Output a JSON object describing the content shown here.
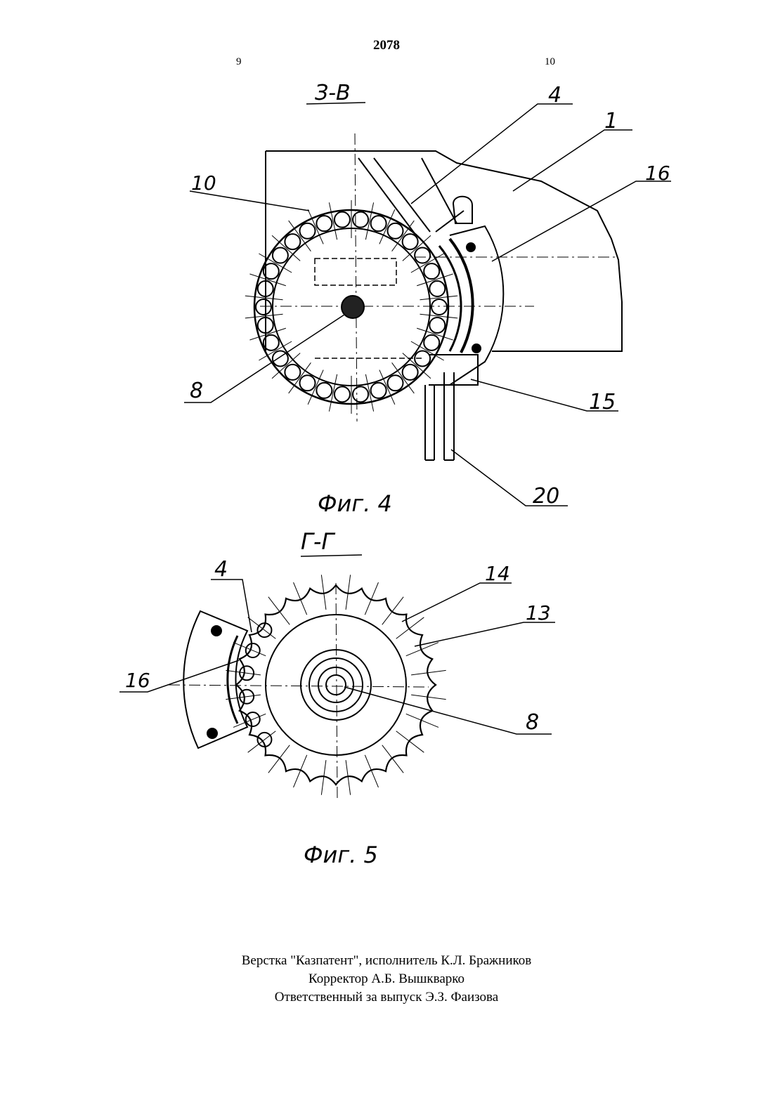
{
  "header": {
    "page_number": "2078",
    "column_left": "9",
    "column_right": "10"
  },
  "figure4": {
    "section_label": "З-В",
    "caption": "Фиг. 4",
    "callouts": {
      "c10": "10",
      "c4": "4",
      "c1": "1",
      "c16": "16",
      "c8": "8",
      "c15": "15",
      "c20": "20"
    }
  },
  "figure5": {
    "section_label": "Г-Г",
    "caption": "Фиг. 5",
    "callouts": {
      "c4": "4",
      "c14": "14",
      "c13": "13",
      "c16": "16",
      "c8": "8"
    }
  },
  "credits": {
    "line1": "Верстка \"Казпатент\", исполнитель К.Л. Бражников",
    "line2": "Корректор А.Б. Вышкварко",
    "line3": "Ответственный за выпуск Э.З. Фаизова"
  }
}
